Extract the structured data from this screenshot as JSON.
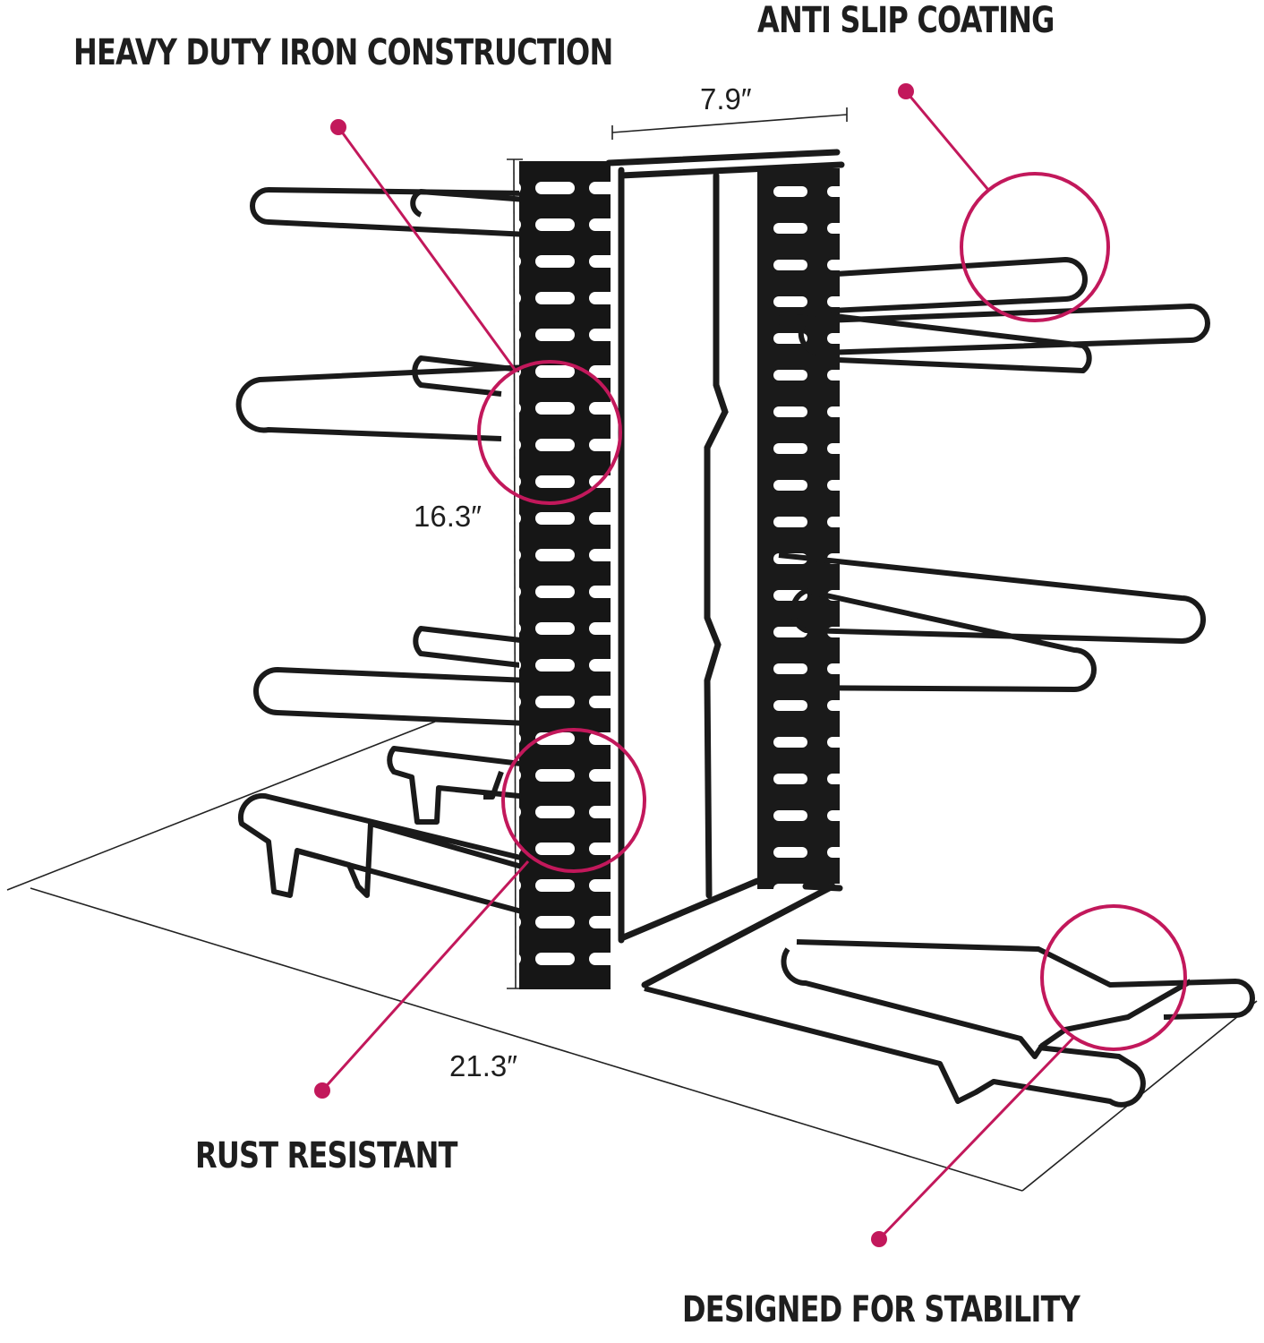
{
  "callouts": {
    "heavy_duty": "HEAVY DUTY IRON CONSTRUCTION",
    "anti_slip": "ANTI SLIP COATING",
    "rust_resistant": "RUST RESISTANT",
    "stability": "DESIGNED FOR STABILITY"
  },
  "dimensions": {
    "width": "7.9″",
    "height": "16.3″",
    "length": "21.3″"
  },
  "colors": {
    "accent": "#c2185b",
    "metal": "#1a1a1a",
    "text": "#1e1e1e"
  }
}
